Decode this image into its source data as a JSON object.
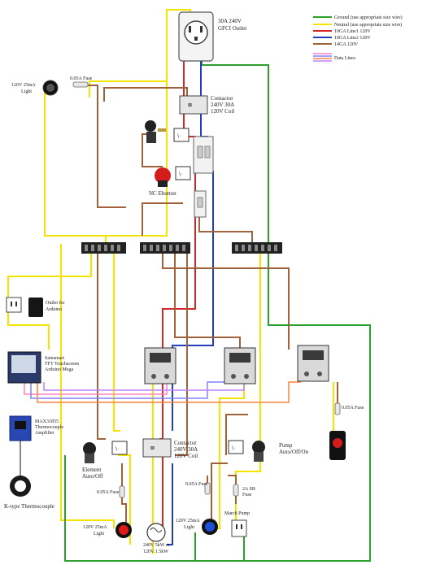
{
  "legend": {
    "items": [
      {
        "label": "Ground (use appropriate size wire)",
        "color": "#2ca02c"
      },
      {
        "label": "Neutral (use appropriate size wire)",
        "color": "#f5e400"
      },
      {
        "label": "10GA Line1 120V",
        "color": "#d62728"
      },
      {
        "label": "10GA Line2 120V",
        "color": "#1f3fbf"
      },
      {
        "label": "14GA 120V",
        "color": "#a0623a"
      }
    ],
    "data_lines_label": "Data Lines",
    "data_line_colors": [
      "#ff80c0",
      "#8080ff",
      "#ff8040",
      "#c080ff"
    ]
  },
  "labels": {
    "gfci": [
      "30A 240V",
      "GFCI Outlet"
    ],
    "contactor_top": [
      "Contactor",
      "240V 30A",
      "120V Coil"
    ],
    "light_top": [
      "120V 25mA",
      "Light"
    ],
    "fuse_top": "0.05A Fuse",
    "ebutton": "NC Ebutton",
    "outlet_arduino": [
      "Outlet for",
      "Arduino"
    ],
    "touchscreen": [
      "Sainsmart",
      "TFT Touchscreen",
      "Arduino Mega"
    ],
    "max_amp": [
      "MAX31855",
      "Thermocouple",
      "Amplifier"
    ],
    "thermocouple": "K-type Thermocouple",
    "element_switch": [
      "Element",
      "Auto/Off"
    ],
    "contactor_bottom": [
      "Contactor",
      "240V 30A",
      "120V Coil"
    ],
    "pump_switch": [
      "Pump",
      "Auto/Off/On"
    ],
    "fuse_right": "0.05A Fuse",
    "fuse_left_bottom": "0.05A Fuse",
    "fuse_mid_bottom": "0.05A Fuse",
    "fuse_sb": [
      "2A SB",
      "Fuse"
    ],
    "march_pump": "March Pump",
    "light_red_bottom": [
      "120V 25mA",
      "Light"
    ],
    "light_blue_bottom": [
      "120V 25mA",
      "Light"
    ],
    "element": [
      "240V 5kW or",
      "120V 1.5kW"
    ]
  },
  "colors": {
    "ground": "#2ca02c",
    "neutral": "#f5e400",
    "line1": "#d62728",
    "line2": "#1f3fbf",
    "ga14": "#a0623a"
  }
}
